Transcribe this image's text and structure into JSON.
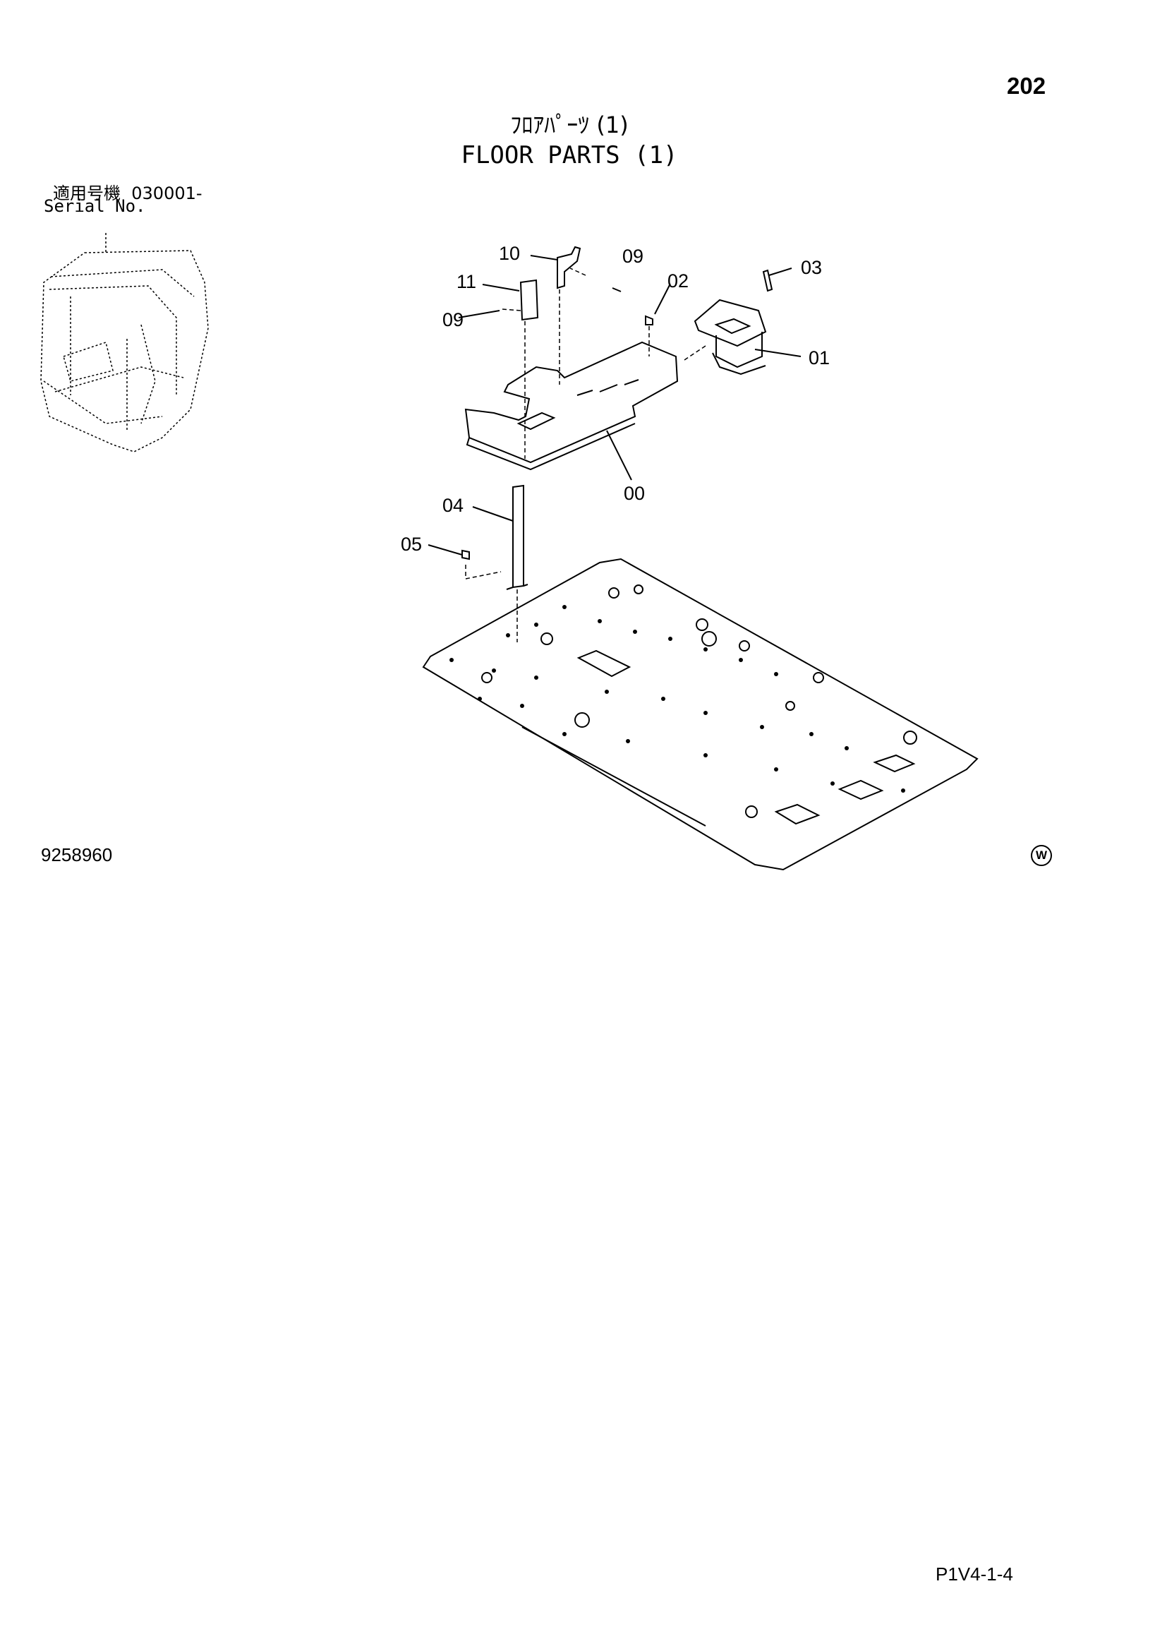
{
  "header": {
    "page_number": "202",
    "title_jp": "ﾌﾛｱﾊﾟｰﾂ (1)",
    "title_en": "FLOOR PARTS (1)"
  },
  "serial": {
    "label_jp": "適用号機",
    "number": "030001-",
    "label_en": "Serial No."
  },
  "footer": {
    "drawing_number": "9258960",
    "mark": "W",
    "page_code": "P1V4-1-4"
  },
  "part_labels": [
    {
      "id": "10",
      "text": "10"
    },
    {
      "id": "09a",
      "text": "09"
    },
    {
      "id": "11",
      "text": "11"
    },
    {
      "id": "09b",
      "text": "09"
    },
    {
      "id": "02",
      "text": "02"
    },
    {
      "id": "03",
      "text": "03"
    },
    {
      "id": "01",
      "text": "01"
    },
    {
      "id": "00",
      "text": "00"
    },
    {
      "id": "04",
      "text": "04"
    },
    {
      "id": "05",
      "text": "05"
    }
  ]
}
